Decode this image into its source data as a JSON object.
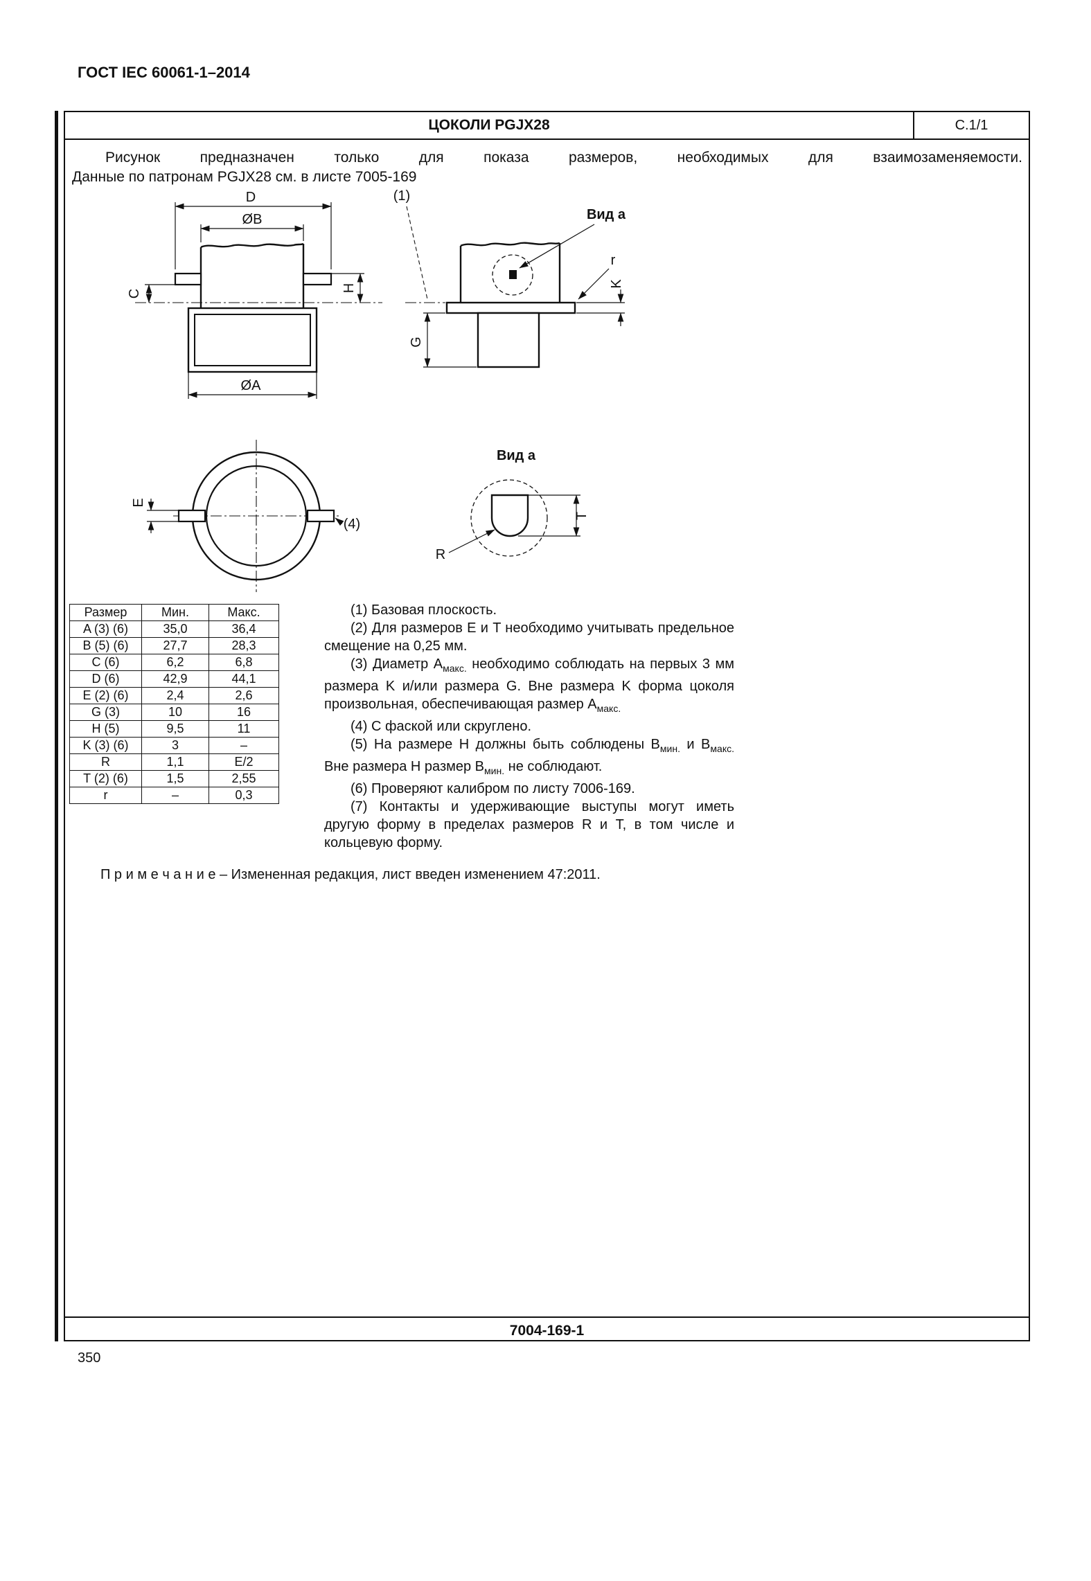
{
  "page": {
    "doc_header": "ГОСТ IEC 60061-1–2014",
    "page_number": "350"
  },
  "sheet": {
    "title": "ЦОКОЛИ PGJX28",
    "sheet_ref": "С.1/1",
    "doc_number": "7004-169-1",
    "intro_line1": "Рисунок предназначен только для показа размеров, необходимых для взаимозаменяемости.",
    "intro_line2": "Данные по патронам PGJX28 см. в листе 7005-169"
  },
  "drawing": {
    "labels": {
      "d": "D",
      "ob": "ØB",
      "oa": "ØA",
      "h": "H",
      "c": "C",
      "ref1": "(1)",
      "view_a": "Вид а",
      "r_small": "r",
      "k": "K",
      "g": "G",
      "e": "E",
      "ref4": "(4)",
      "view_a2": "Вид а",
      "t": "T",
      "r_big": "R"
    }
  },
  "table": {
    "headers": [
      "Размер",
      "Мин.",
      "Макс."
    ],
    "rows": [
      [
        "A (3) (6)",
        "35,0",
        "36,4"
      ],
      [
        "B (5) (6)",
        "27,7",
        "28,3"
      ],
      [
        "C (6)",
        "6,2",
        "6,8"
      ],
      [
        "D (6)",
        "42,9",
        "44,1"
      ],
      [
        "E (2) (6)",
        "2,4",
        "2,6"
      ],
      [
        "G (3)",
        "10",
        "16"
      ],
      [
        "H (5)",
        "9,5",
        "11"
      ],
      [
        "K (3) (6)",
        "3",
        "–"
      ],
      [
        "R",
        "1,1",
        "E/2"
      ],
      [
        "T (2) (6)",
        "1,5",
        "2,55"
      ],
      [
        "r",
        "–",
        "0,3"
      ]
    ]
  },
  "notes": [
    {
      "segs": [
        "(1) Базовая плоскость."
      ]
    },
    {
      "segs": [
        "(2) Для размеров E и T необходимо учитывать предельное смещение на 0,25 мм."
      ]
    },
    {
      "segs": [
        "(3) Диаметр A",
        "макс.",
        " необходимо соблюдать на первых 3 мм размера K и/или размера G. Вне размера K форма цоколя произвольная, обеспечивающая размер A",
        "макс."
      ]
    },
    {
      "segs": [
        "(4) С фаской или скруглено."
      ]
    },
    {
      "segs": [
        "(5) На размере H должны быть соблюдены B",
        "мин.",
        " и B",
        "макс.",
        " Вне размера H размер B",
        "мин.",
        " не соблюдают."
      ]
    },
    {
      "segs": [
        "(6) Проверяют калибром по листу 7006-169."
      ]
    },
    {
      "segs": [
        "(7) Контакты и удерживающие выступы могут иметь другую форму в пределах размеров R и T, в том числе и кольцевую форму."
      ]
    }
  ],
  "remark": "П р и м е ч а н и е  –  Измененная редакция, лист введен изменением 47:2011."
}
